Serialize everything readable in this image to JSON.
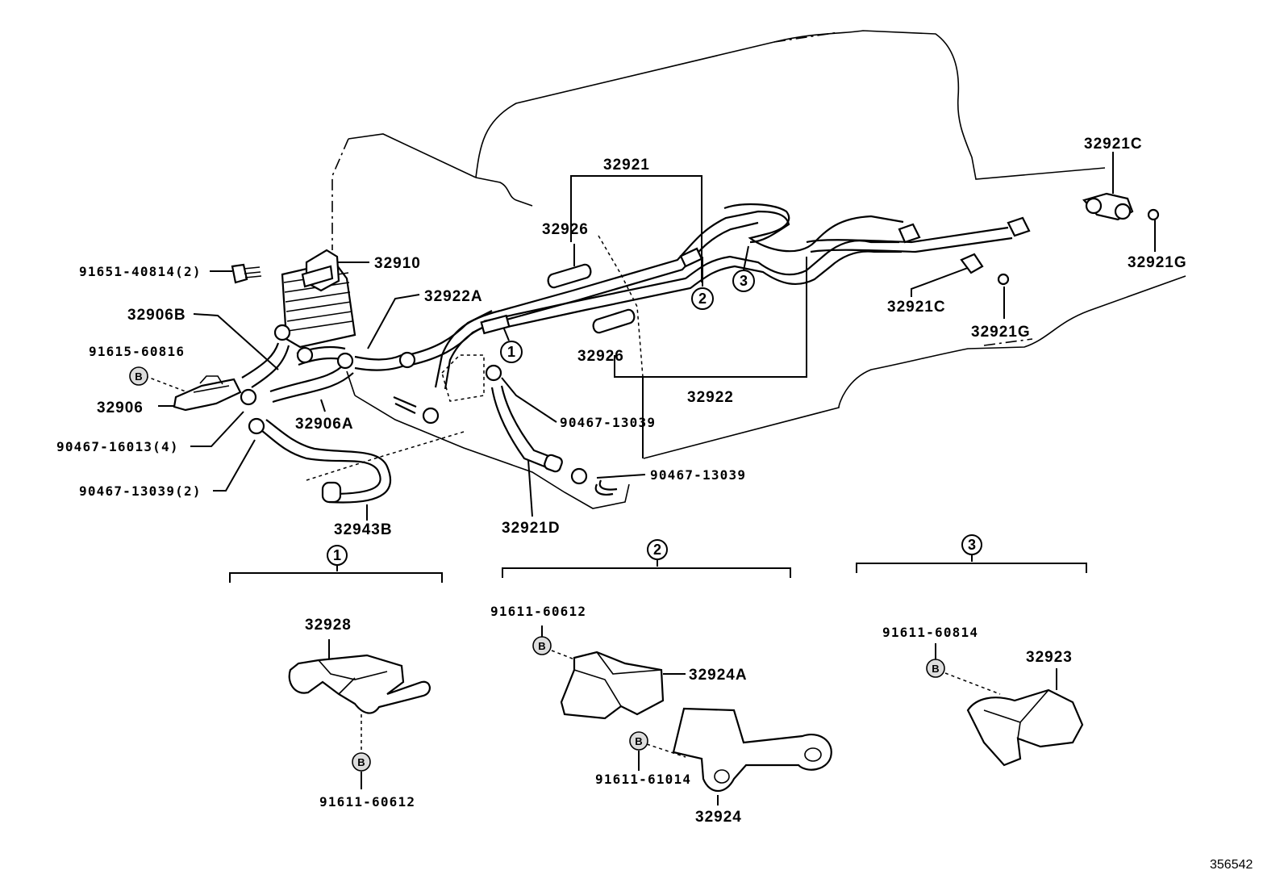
{
  "diagram_id": "356542",
  "labels": {
    "p32921C_top": "32921C",
    "p32921": "32921",
    "p32926_top": "32926",
    "p32910": "32910",
    "p91651": "91651-40814(2)",
    "p32922A": "32922A",
    "p32906B": "32906B",
    "p91615": "91615-60816",
    "p32906": "32906",
    "p32906A": "32906A",
    "p90467_16013": "90467-16013(4)",
    "p90467_13039_2": "90467-13039(2)",
    "p32943B": "32943B",
    "p32921D": "32921D",
    "p90467_13039_a": "90467-13039",
    "p90467_13039_b": "90467-13039",
    "p32926_mid": "32926",
    "p32922": "32922",
    "p32921C_right": "32921C",
    "p32921G_right": "32921G",
    "p32921G_top": "32921G",
    "p32928": "32928",
    "p91611_60612_bottom": "91611-60612",
    "p91611_60612_group2": "91611-60612",
    "p32924A": "32924A",
    "p91611_61014": "91611-61014",
    "p32924": "32924",
    "p91611_60814": "91611-60814",
    "p32923": "32923"
  },
  "callouts": {
    "c1": "1",
    "c2": "2",
    "c3": "3",
    "g1": "1",
    "g2": "2",
    "g3": "3"
  },
  "bolt_marker": "B"
}
